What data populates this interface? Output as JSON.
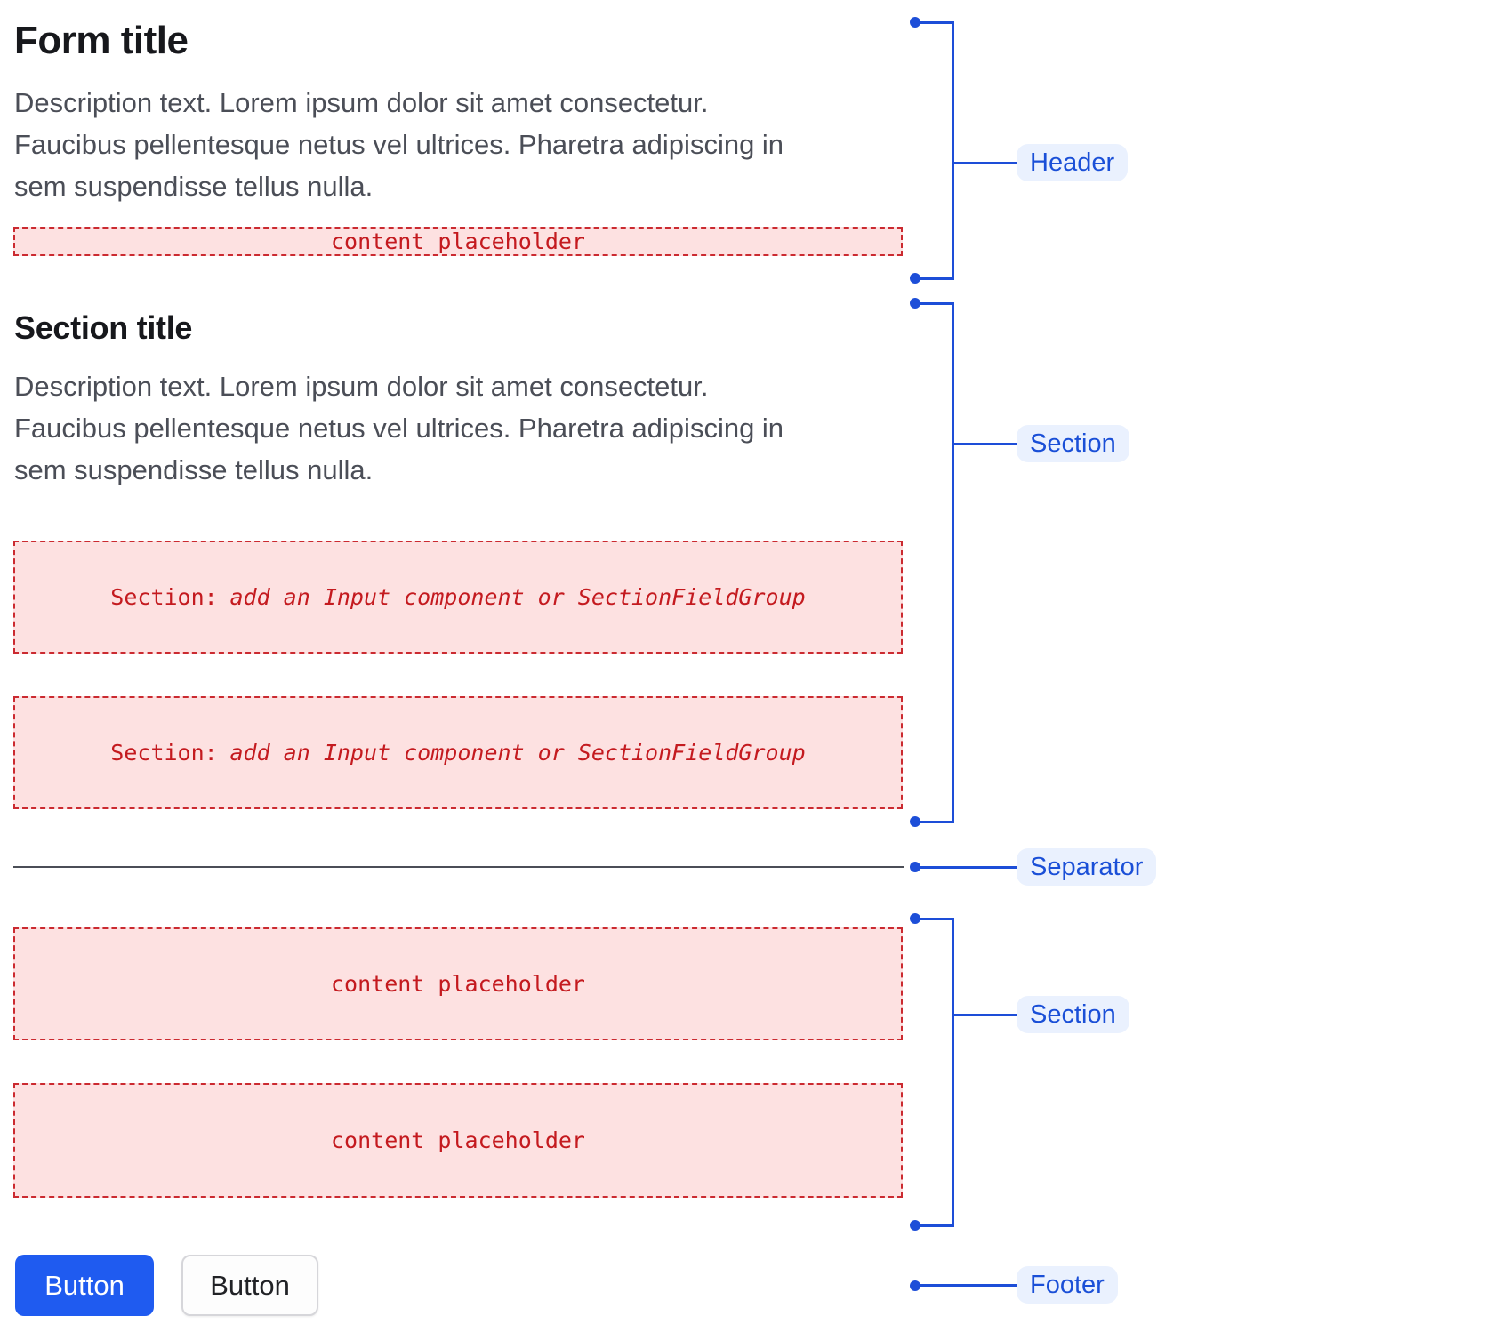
{
  "header": {
    "title": "Form title",
    "description": "Description text. Lorem ipsum dolor sit amet consectetur.\nFaucibus pellentesque netus vel ultrices. Pharetra adipiscing in\nsem suspendisse tellus nulla.",
    "placeholder": "content placeholder"
  },
  "section1": {
    "title": "Section title",
    "description": "Description text. Lorem ipsum dolor sit amet consectetur.\nFaucibus pellentesque netus vel ultrices. Pharetra adipiscing in\nsem suspendisse tellus nulla.",
    "placeholders": [
      {
        "prefix": "Section:",
        "rest": "add an Input component or SectionFieldGroup"
      },
      {
        "prefix": "Section:",
        "rest": "add an Input component or SectionFieldGroup"
      }
    ]
  },
  "section2": {
    "placeholders": [
      "content placeholder",
      "content placeholder"
    ]
  },
  "footer": {
    "primary_button_label": "Button",
    "secondary_button_label": "Button"
  },
  "annotations": {
    "labels": [
      "Header",
      "Section",
      "Separator",
      "Section",
      "Footer"
    ]
  },
  "colors": {
    "annotation_blue": "#1d4ed8",
    "pill_background": "#eaf1fe",
    "placeholder_pink": "#fde1e1",
    "placeholder_red": "#c41a1f",
    "primary_button_blue": "#1f5bf0",
    "title_text": "#17181c",
    "description_text": "#4b4e57"
  }
}
